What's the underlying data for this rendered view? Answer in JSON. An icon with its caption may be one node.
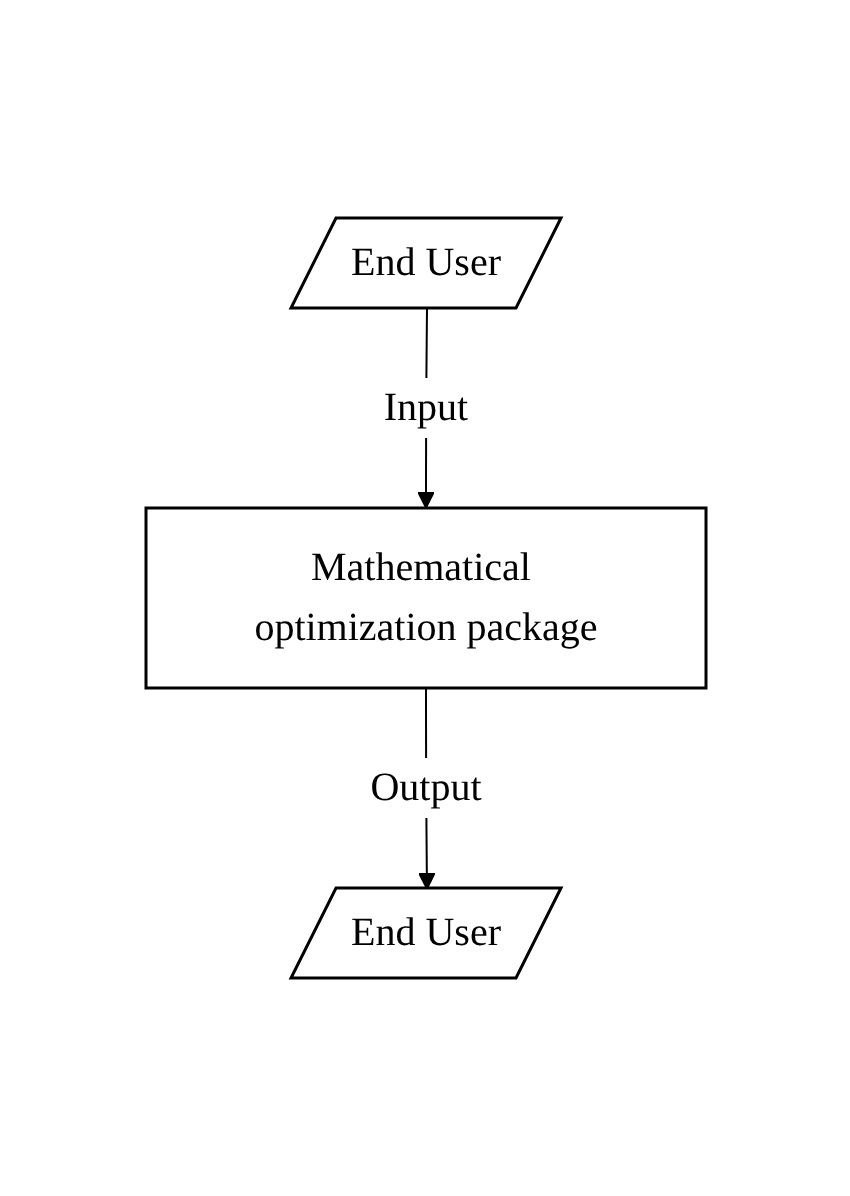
{
  "diagram": {
    "nodes": [
      {
        "text": [
          "End User"
        ]
      },
      {
        "text": [
          "Mathematical optimization package"
        ]
      },
      {
        "text": [
          "End User"
        ]
      }
    ],
    "edges": [
      {
        "from": 0,
        "to": 1,
        "arrow": "to",
        "label": "Input"
      },
      {
        "from": 1,
        "to": 2,
        "arrow": "to",
        "label": "Output"
      }
    ]
  }
}
